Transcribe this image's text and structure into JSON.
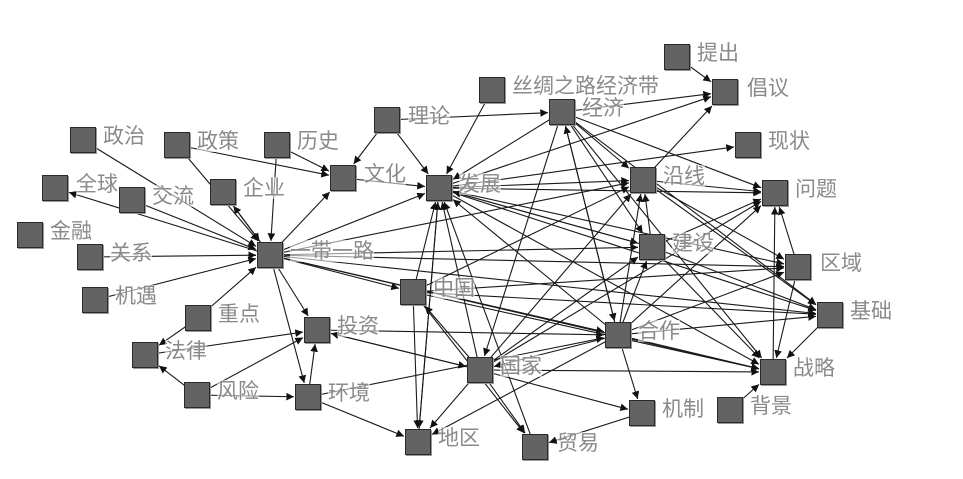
{
  "colors": {
    "node": "#636363",
    "edge": "#1a1a1a",
    "label": "#8a8a8a"
  },
  "nodes": [
    {
      "id": "n0",
      "label": "提出"
    },
    {
      "id": "n1",
      "label": "丝绸之路经济带"
    },
    {
      "id": "n2",
      "label": "倡议"
    },
    {
      "id": "n3",
      "label": "经济"
    },
    {
      "id": "n4",
      "label": "现状"
    },
    {
      "id": "n5",
      "label": "发展"
    },
    {
      "id": "n6",
      "label": "沿线"
    },
    {
      "id": "n7",
      "label": "问题"
    },
    {
      "id": "n8",
      "label": "建设"
    },
    {
      "id": "n9",
      "label": "区域"
    },
    {
      "id": "n10",
      "label": "中国"
    },
    {
      "id": "n11",
      "label": "基础"
    },
    {
      "id": "n12",
      "label": "合作"
    },
    {
      "id": "n13",
      "label": "国家"
    },
    {
      "id": "n14",
      "label": "战略"
    },
    {
      "id": "n15",
      "label": "机制"
    },
    {
      "id": "n16",
      "label": "背景"
    },
    {
      "id": "n17",
      "label": "地区"
    },
    {
      "id": "n18",
      "label": "贸易"
    },
    {
      "id": "n19",
      "label": "理论"
    },
    {
      "id": "n20",
      "label": "政治"
    },
    {
      "id": "n21",
      "label": "政策"
    },
    {
      "id": "n22",
      "label": "历史"
    },
    {
      "id": "n23",
      "label": "文化"
    },
    {
      "id": "n24",
      "label": "全球"
    },
    {
      "id": "n25",
      "label": "交流"
    },
    {
      "id": "n26",
      "label": "企业"
    },
    {
      "id": "n27",
      "label": "金融"
    },
    {
      "id": "n28",
      "label": "关系"
    },
    {
      "id": "n29",
      "label": "一带一路"
    },
    {
      "id": "n30",
      "label": "机遇"
    },
    {
      "id": "n31",
      "label": "重点"
    },
    {
      "id": "n32",
      "label": "法律"
    },
    {
      "id": "n33",
      "label": "投资"
    },
    {
      "id": "n34",
      "label": "风险"
    },
    {
      "id": "n35",
      "label": "环境"
    }
  ],
  "edges": [
    [
      "政治",
      "一带一路"
    ],
    [
      "政策",
      "一带一路"
    ],
    [
      "政策",
      "文化"
    ],
    [
      "历史",
      "文化"
    ],
    [
      "历史",
      "一带一路"
    ],
    [
      "交流",
      "一带一路"
    ],
    [
      "一带一路",
      "全球"
    ],
    [
      "一带一路",
      "企业"
    ],
    [
      "企业",
      "一带一路"
    ],
    [
      "关系",
      "一带一路"
    ],
    [
      "机遇",
      "一带一路"
    ],
    [
      "重点",
      "一带一路"
    ],
    [
      "一带一路",
      "文化"
    ],
    [
      "一带一路",
      "发展"
    ],
    [
      "一带一路",
      "投资"
    ],
    [
      "一带一路",
      "环境"
    ],
    [
      "一带一路",
      "中国"
    ],
    [
      "一带一路",
      "合作"
    ],
    [
      "一带一路",
      "建设"
    ],
    [
      "一带一路",
      "战略"
    ],
    [
      "一带一路",
      "基础"
    ],
    [
      "一带一路",
      "区域"
    ],
    [
      "一带一路",
      "沿线"
    ],
    [
      "理论",
      "发展"
    ],
    [
      "理论",
      "文化"
    ],
    [
      "理论",
      "经济"
    ],
    [
      "法律",
      "投资"
    ],
    [
      "风险",
      "法律"
    ],
    [
      "风险",
      "投资"
    ],
    [
      "风险",
      "环境"
    ],
    [
      "重点",
      "法律"
    ],
    [
      "环境",
      "投资"
    ],
    [
      "环境",
      "地区"
    ],
    [
      "环境",
      "合作"
    ],
    [
      "投资",
      "合作"
    ],
    [
      "投资",
      "国家"
    ],
    [
      "经济",
      "发展"
    ],
    [
      "经济",
      "沿线"
    ],
    [
      "经济",
      "倡议"
    ],
    [
      "经济",
      "建设"
    ],
    [
      "经济",
      "问题"
    ],
    [
      "经济",
      "战略"
    ],
    [
      "经济",
      "国家"
    ],
    [
      "经济",
      "合作"
    ],
    [
      "经济",
      "基础"
    ],
    [
      "丝绸之路经济带",
      "发展"
    ],
    [
      "提出",
      "倡议"
    ],
    [
      "发展",
      "沿线"
    ],
    [
      "发展",
      "倡议"
    ],
    [
      "发展",
      "问题"
    ],
    [
      "发展",
      "区域"
    ],
    [
      "发展",
      "战略"
    ],
    [
      "发展",
      "基础"
    ],
    [
      "发展",
      "现状"
    ],
    [
      "发展",
      "建设"
    ],
    [
      "发展",
      "地区"
    ],
    [
      "中国",
      "发展"
    ],
    [
      "中国",
      "地区"
    ],
    [
      "中国",
      "沿线"
    ],
    [
      "中国",
      "基础"
    ],
    [
      "中国",
      "区域"
    ],
    [
      "中国",
      "战略"
    ],
    [
      "中国",
      "贸易"
    ],
    [
      "国家",
      "发展"
    ],
    [
      "国家",
      "中国"
    ],
    [
      "国家",
      "投资"
    ],
    [
      "国家",
      "地区"
    ],
    [
      "国家",
      "贸易"
    ],
    [
      "国家",
      "战略"
    ],
    [
      "国家",
      "沿线"
    ],
    [
      "国家",
      "建设"
    ],
    [
      "国家",
      "问题"
    ],
    [
      "国家",
      "机制"
    ],
    [
      "合作",
      "发展"
    ],
    [
      "合作",
      "经济"
    ],
    [
      "合作",
      "沿线"
    ],
    [
      "合作",
      "建设"
    ],
    [
      "合作",
      "战略"
    ],
    [
      "合作",
      "机制"
    ],
    [
      "合作",
      "区域"
    ],
    [
      "合作",
      "问题"
    ],
    [
      "合作",
      "地区"
    ],
    [
      "合作",
      "国家"
    ],
    [
      "合作",
      "基础"
    ],
    [
      "建设",
      "问题"
    ],
    [
      "建设",
      "战略"
    ],
    [
      "建设",
      "基础"
    ],
    [
      "建设",
      "沿线"
    ],
    [
      "建设",
      "发展"
    ],
    [
      "沿线",
      "倡议"
    ],
    [
      "沿线",
      "问题"
    ],
    [
      "沿线",
      "区域"
    ],
    [
      "沿线",
      "基础"
    ],
    [
      "区域",
      "问题"
    ],
    [
      "区域",
      "战略"
    ],
    [
      "战略",
      "问题"
    ],
    [
      "基础",
      "战略"
    ],
    [
      "背景",
      "战略"
    ],
    [
      "机制",
      "贸易"
    ],
    [
      "地区",
      "发展"
    ],
    [
      "贸易",
      "发展"
    ],
    [
      "文化",
      "发展"
    ]
  ]
}
